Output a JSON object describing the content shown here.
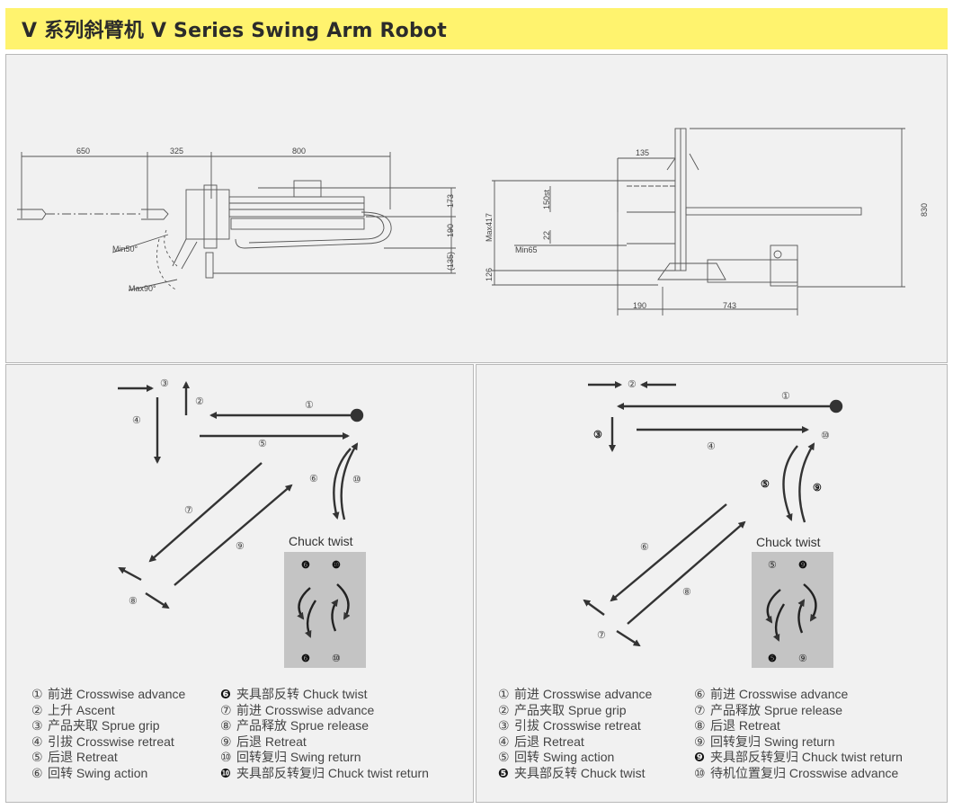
{
  "title": "V 系列斜臂机   V Series Swing Arm Robot",
  "drawing_left": {
    "dims_top": [
      "650",
      "325",
      "800"
    ],
    "dims_right": [
      "173",
      "190",
      "(135)"
    ],
    "min_label": "Min50°",
    "max_label": "Max90°"
  },
  "drawing_right": {
    "dim_135": "135",
    "dim_150st": "150st",
    "dim_22": "22",
    "min65": "Min65",
    "max417": "Max417",
    "dim_126": "126",
    "dim_830": "830",
    "dims_bottom": [
      "190",
      "743"
    ]
  },
  "left_diagram": {
    "chuck_title": "Chuck twist",
    "markers": {
      "m1": "①",
      "m2": "②",
      "m3": "③",
      "m4": "④",
      "m5": "⑤",
      "m6": "⑥",
      "m7": "⑦",
      "m8": "⑧",
      "m9": "⑨",
      "m10": "⑩"
    },
    "chuck_markers": {
      "top_left": "❻",
      "top_right": "❿",
      "bottom_left": "❻",
      "bottom_right": "⑩"
    },
    "legend_col1": [
      {
        "num": "①",
        "text": "前进 Crosswise advance"
      },
      {
        "num": "②",
        "text": "上升 Ascent"
      },
      {
        "num": "③",
        "text": "产品夹取 Sprue grip"
      },
      {
        "num": "④",
        "text": "引拔 Crosswise retreat"
      },
      {
        "num": "⑤",
        "text": "后退 Retreat"
      },
      {
        "num": "⑥",
        "text": "回转 Swing action"
      }
    ],
    "legend_col2": [
      {
        "num": "❻",
        "text": "夹具部反转 Chuck twist"
      },
      {
        "num": "⑦",
        "text": "前进 Crosswise advance"
      },
      {
        "num": "⑧",
        "text": "产品释放 Sprue release"
      },
      {
        "num": "⑨",
        "text": "后退 Retreat"
      },
      {
        "num": "⑩",
        "text": "回转复归 Swing return"
      },
      {
        "num": "❿",
        "text": "夹具部反转复归 Chuck twist return"
      }
    ]
  },
  "right_diagram": {
    "chuck_title": "Chuck twist",
    "markers": {
      "m1": "①",
      "m2": "②",
      "m3": "③",
      "m4": "④",
      "m5": "⑤",
      "m6": "⑥",
      "m7": "⑦",
      "m8": "⑧",
      "m9": "⑨",
      "m10": "⑩"
    },
    "chuck_markers": {
      "top_left": "⑤",
      "top_right": "❾",
      "bottom_left": "❺",
      "bottom_right": "⑨"
    },
    "legend_col1": [
      {
        "num": "①",
        "text": "前进 Crosswise advance"
      },
      {
        "num": "②",
        "text": "产品夹取 Sprue grip"
      },
      {
        "num": "③",
        "text": "引拔 Crosswise retreat"
      },
      {
        "num": "④",
        "text": "后退 Retreat"
      },
      {
        "num": "⑤",
        "text": "回转 Swing action"
      },
      {
        "num": "❺",
        "text": "夹具部反转 Chuck twist"
      }
    ],
    "legend_col2": [
      {
        "num": "⑥",
        "text": "前进 Crosswise advance"
      },
      {
        "num": "⑦",
        "text": "产品释放 Sprue release"
      },
      {
        "num": "⑧",
        "text": "后退 Retreat"
      },
      {
        "num": "⑨",
        "text": "回转复归 Swing return"
      },
      {
        "num": "❾",
        "text": "夹具部反转复归 Chuck twist return"
      },
      {
        "num": "⑩",
        "text": "待机位置复归 Crosswise advance"
      }
    ]
  }
}
